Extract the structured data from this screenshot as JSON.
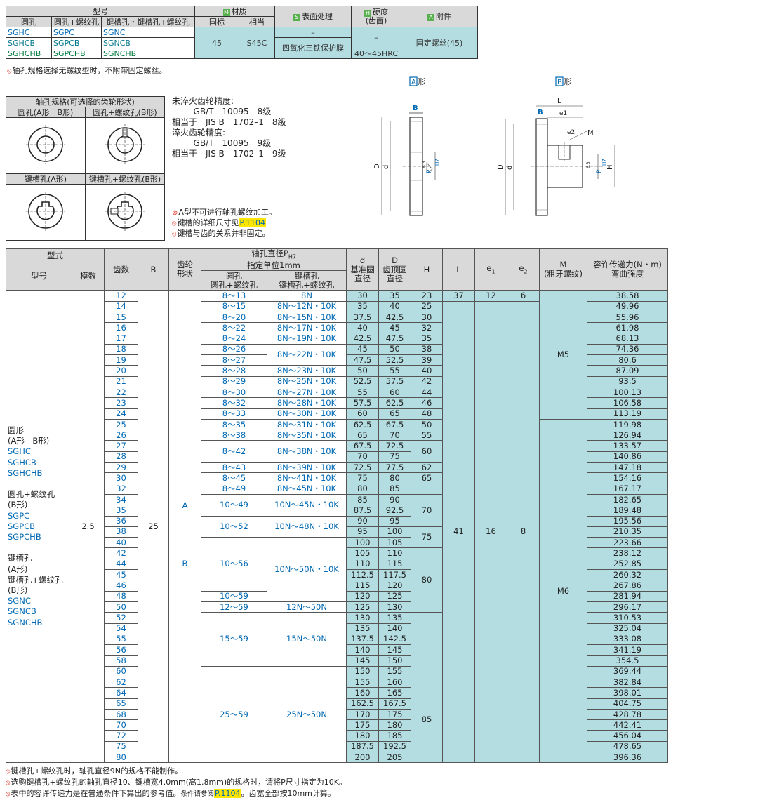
{
  "top_table": {
    "h_model": "型号",
    "h_material": "材质",
    "h_surface": "表面处理",
    "h_hardness": "硬度",
    "h_hardness_sub": "(齿面)",
    "h_accessory": "附件",
    "mark_material": "M",
    "mark_surface": "S",
    "mark_hardness": "H",
    "mark_accessory": "A",
    "sub_round": "圆孔",
    "sub_round_screw": "圆孔+螺纹孔",
    "sub_key": "键槽孔・键槽孔+螺纹孔",
    "sub_gb": "国标",
    "sub_equiv": "相当",
    "rows": [
      [
        "SGHC",
        "SGPC",
        "SGNC"
      ],
      [
        "SGHCB",
        "SGPCB",
        "SGNCB"
      ],
      [
        "SGHCHB",
        "SGPCHB",
        "SGNCHB"
      ]
    ],
    "mat_gb": "45",
    "mat_equiv": "S45C",
    "surf_1": "–",
    "surf_2": "四氧化三铁保护膜",
    "hard_1": "–",
    "hard_2": "40～45HRC",
    "accessory": "固定螺丝(45)"
  },
  "note_top": "轴孔规格选择无螺纹型时，不附带固定螺丝。",
  "holes": {
    "title": "轴孔规格(可选择的齿轮形状)",
    "a": "圆孔(A形　B形)",
    "b": "圆孔+螺纹孔(B形)",
    "c": "键槽孔(A形)",
    "d": "键槽孔+螺纹孔(B形)"
  },
  "accuracy": {
    "line1": "未淬火齿轮精度:",
    "line2": "        GB/T　10095　8级",
    "line3": "相当于　JIS B　1702–1　8级",
    "line4": "淬火齿轮精度:",
    "line5": "        GB/T　10095　9级",
    "line6": "相当于　JIS B　1702–1　9级"
  },
  "mid_notes": {
    "n1": "A型不可进行轴孔螺纹加工。",
    "n2_pre": "键槽的详细尺寸见",
    "n2_link": "P.1104",
    "n3": "键槽与齿的关系并非固定。"
  },
  "drawings": {
    "a_title": "形",
    "a_mark": "A",
    "b_title": "形",
    "b_mark": "B",
    "lbl_B": "B",
    "lbl_D": "D",
    "lbl_d": "d",
    "lbl_P": "P",
    "lbl_L": "L",
    "lbl_e1": "e1",
    "lbl_e2": "e2",
    "lbl_M": "M",
    "lbl_H": "H",
    "lbl_ra": "6.3",
    "lbl_h7": "H7"
  },
  "main": {
    "h_type": "型式",
    "h_model": "型号",
    "h_module": "模数",
    "h_teeth": "齿数",
    "h_B": "B",
    "h_shape": "齿轮",
    "h_shape2": "形状",
    "h_bore": "轴孔直径P",
    "h_bore_sub": "H7",
    "h_bore2": "指定单位1mm",
    "h_bore_round": "圆孔",
    "h_bore_round2": "圆孔+螺纹孔",
    "h_bore_key": "键槽孔",
    "h_bore_key2": "键槽孔+螺纹孔",
    "h_d": "d",
    "h_d2": "基准圆",
    "h_d3": "直径",
    "h_D": "D",
    "h_D2": "齿顶圆",
    "h_D3": "直径",
    "h_H": "H",
    "h_L": "L",
    "h_e1": "e",
    "h_e1s": "1",
    "h_e2": "e",
    "h_e2s": "2",
    "h_M": "M",
    "h_M2": "(粗牙螺纹)",
    "h_force": "容许传递力(N・m)",
    "h_force2": "弯曲强度",
    "model_lines": [
      "圆形",
      "(A形　B形)",
      "SGHC",
      "SGHCB",
      "SGHCHB",
      "",
      "圆孔+螺纹孔",
      "(B形)",
      "SGPC",
      "SGPCB",
      "SGPCHB",
      "",
      "键槽孔",
      "(A形)",
      "键槽孔+螺纹孔",
      "(B形)",
      "SGNC",
      "SGNCB",
      "SGNCHB"
    ],
    "module": "2.5",
    "B": "25",
    "shape_A": "A",
    "shape_B": "B",
    "L_first": "37",
    "e1_first": "12",
    "e2_first": "6",
    "L_rest": "41",
    "e1_rest": "16",
    "e2_rest": "8",
    "M5": "M5",
    "M6": "M6",
    "teeth": [
      "12",
      "14",
      "15",
      "16",
      "17",
      "18",
      "19",
      "20",
      "21",
      "22",
      "23",
      "24",
      "25",
      "26",
      "27",
      "28",
      "29",
      "30",
      "32",
      "34",
      "35",
      "36",
      "38",
      "40",
      "42",
      "44",
      "45",
      "46",
      "48",
      "50",
      "52",
      "54",
      "55",
      "56",
      "58",
      "60",
      "62",
      "64",
      "65",
      "68",
      "70",
      "72",
      "75",
      "80"
    ],
    "d": [
      "30",
      "35",
      "37.5",
      "40",
      "42.5",
      "45",
      "47.5",
      "50",
      "52.5",
      "55",
      "57.5",
      "60",
      "62.5",
      "65",
      "67.5",
      "70",
      "72.5",
      "75",
      "80",
      "85",
      "87.5",
      "90",
      "95",
      "100",
      "105",
      "110",
      "112.5",
      "115",
      "120",
      "125",
      "130",
      "135",
      "137.5",
      "140",
      "145",
      "150",
      "155",
      "160",
      "162.5",
      "170",
      "175",
      "180",
      "187.5",
      "200"
    ],
    "D": [
      "35",
      "40",
      "42.5",
      "45",
      "47.5",
      "50",
      "52.5",
      "55",
      "57.5",
      "60",
      "62.5",
      "65",
      "67.5",
      "70",
      "72.5",
      "75",
      "77.5",
      "80",
      "85",
      "90",
      "92.5",
      "95",
      "100",
      "105",
      "110",
      "115",
      "117.5",
      "120",
      "125",
      "130",
      "135",
      "140",
      "142.5",
      "145",
      "150",
      "155",
      "160",
      "165",
      "167.5",
      "175",
      "180",
      "185",
      "192.5",
      "205"
    ],
    "force": [
      "38.58",
      "49.96",
      "55.96",
      "61.98",
      "68.13",
      "74.36",
      "80.6",
      "87.09",
      "93.5",
      "100.13",
      "106.58",
      "113.19",
      "119.98",
      "126.94",
      "133.57",
      "140.86",
      "147.18",
      "154.16",
      "167.17",
      "182.65",
      "189.48",
      "195.56",
      "210.35",
      "223.66",
      "238.12",
      "252.85",
      "260.32",
      "267.86",
      "281.94",
      "296.17",
      "310.53",
      "325.04",
      "333.08",
      "341.19",
      "354.5",
      "369.44",
      "382.84",
      "398.01",
      "404.75",
      "428.78",
      "442.41",
      "456.04",
      "478.65",
      "396.36"
    ],
    "round_groups": [
      [
        "8～13",
        1
      ],
      [
        "8～15",
        1
      ],
      [
        "8～20",
        1
      ],
      [
        "8～22",
        1
      ],
      [
        "8～24",
        1
      ],
      [
        "8～26",
        1
      ],
      [
        "8～27",
        1
      ],
      [
        "8～28",
        1
      ],
      [
        "8～29",
        1
      ],
      [
        "8～30",
        1
      ],
      [
        "8～32",
        1
      ],
      [
        "8～33",
        1
      ],
      [
        "8～35",
        1
      ],
      [
        "8～38",
        1
      ],
      [
        "8～42",
        2
      ],
      [
        "8～43",
        1
      ],
      [
        "8～45",
        1
      ],
      [
        "8～49",
        1
      ],
      [
        "10～49",
        2
      ],
      [
        "10～52",
        2
      ],
      [
        "10～56",
        5
      ],
      [
        "10～59",
        1
      ],
      [
        "12～59",
        1
      ],
      [
        "15～59",
        5
      ],
      [
        "25～59",
        9
      ]
    ],
    "key_groups": [
      [
        "8N",
        1
      ],
      [
        "8N～12N・10K",
        1
      ],
      [
        "8N～15N・10K",
        1
      ],
      [
        "8N～17N・10K",
        1
      ],
      [
        "8N～19N・10K",
        1
      ],
      [
        "8N～22N・10K",
        2
      ],
      [
        "8N～23N・10K",
        1
      ],
      [
        "8N～25N・10K",
        1
      ],
      [
        "8N～27N・10K",
        1
      ],
      [
        "8N～28N・10K",
        1
      ],
      [
        "8N～30N・10K",
        1
      ],
      [
        "8N～31N・10K",
        1
      ],
      [
        "8N～35N・10K",
        1
      ],
      [
        "8N～38N・10K",
        2
      ],
      [
        "8N～39N・10K",
        1
      ],
      [
        "8N～41N・10K",
        1
      ],
      [
        "8N～45N・10K",
        1
      ],
      [
        "10N～45N・10K",
        2
      ],
      [
        "10N～48N・10K",
        2
      ],
      [
        "10N～50N・10K",
        6
      ],
      [
        "12N～50N",
        1
      ],
      [
        "15N～50N",
        5
      ],
      [
        "25N～50N",
        9
      ]
    ],
    "H_groups": [
      [
        "23",
        1
      ],
      [
        "25",
        1
      ],
      [
        "30",
        1
      ],
      [
        "32",
        1
      ],
      [
        "35",
        1
      ],
      [
        "38",
        1
      ],
      [
        "39",
        1
      ],
      [
        "40",
        1
      ],
      [
        "42",
        1
      ],
      [
        "44",
        1
      ],
      [
        "46",
        1
      ],
      [
        "48",
        1
      ],
      [
        "50",
        1
      ],
      [
        "55",
        1
      ],
      [
        "60",
        2
      ],
      [
        "62",
        1
      ],
      [
        "65",
        1
      ],
      [
        "",
        1
      ],
      [
        "70",
        3
      ],
      [
        "75",
        2
      ],
      [
        "80",
        6
      ],
      [
        "",
        6
      ],
      [
        "85",
        14
      ]
    ]
  },
  "bottom_notes": {
    "n1": "键槽孔+螺纹孔时，轴孔直径9N的规格不能制作。",
    "n2": "选购键槽孔+螺纹孔的轴孔直径10、键槽宽4.0mm(高1.8mm)的规格时，请将P尺寸指定为10K。",
    "n3_pre": "表中的容许传递力是在普通条件下算出的参考值。",
    "n3_small": "条件请参阅",
    "n3_link": "P.1104",
    "n3_post": "。齿宽全部按10mm计算。"
  }
}
